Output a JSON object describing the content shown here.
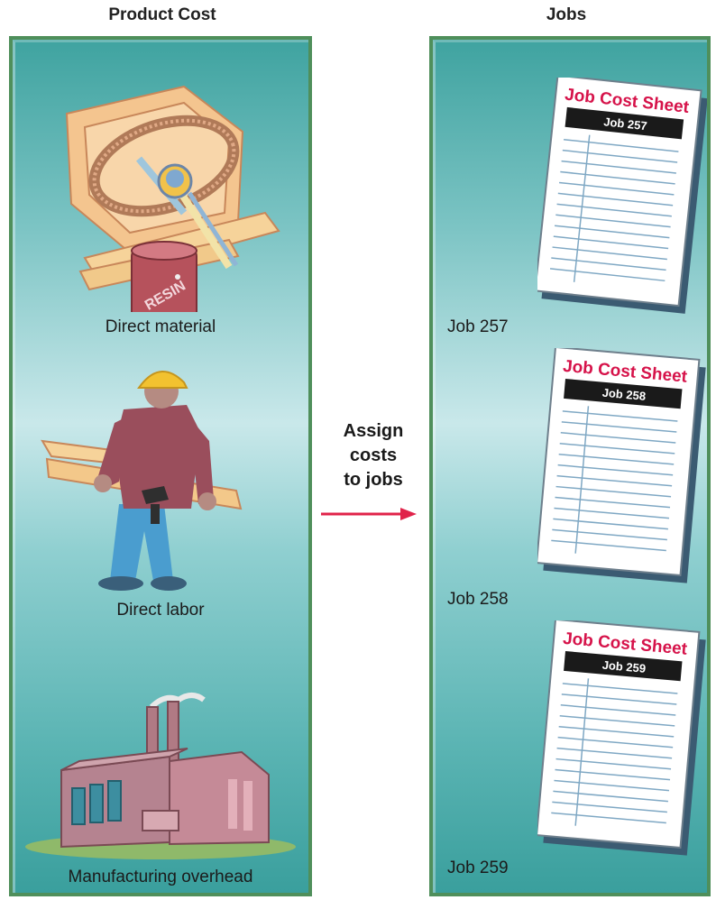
{
  "left_column": {
    "heading": "Product Cost",
    "items": [
      {
        "label": "Direct material",
        "resin_label": "RESIN"
      },
      {
        "label": "Direct labor"
      },
      {
        "label": "Manufacturing overhead"
      }
    ]
  },
  "arrow": {
    "text_line1": "Assign",
    "text_line2": "costs",
    "text_line3": "to jobs",
    "color": "#e0234a"
  },
  "right_column": {
    "heading": "Jobs",
    "jobs": [
      {
        "label": "Job 257",
        "sheet_title": "Job Cost Sheet",
        "sheet_job": "Job 257"
      },
      {
        "label": "Job 258",
        "sheet_title": "Job Cost Sheet",
        "sheet_job": "Job 258"
      },
      {
        "label": "Job 259",
        "sheet_title": "Job Cost Sheet",
        "sheet_job": "Job 259"
      }
    ]
  },
  "colors": {
    "panel_border": "#4f8f5b",
    "sheet_title": "#d6134a",
    "sheet_bar": "#1a1a1a"
  }
}
